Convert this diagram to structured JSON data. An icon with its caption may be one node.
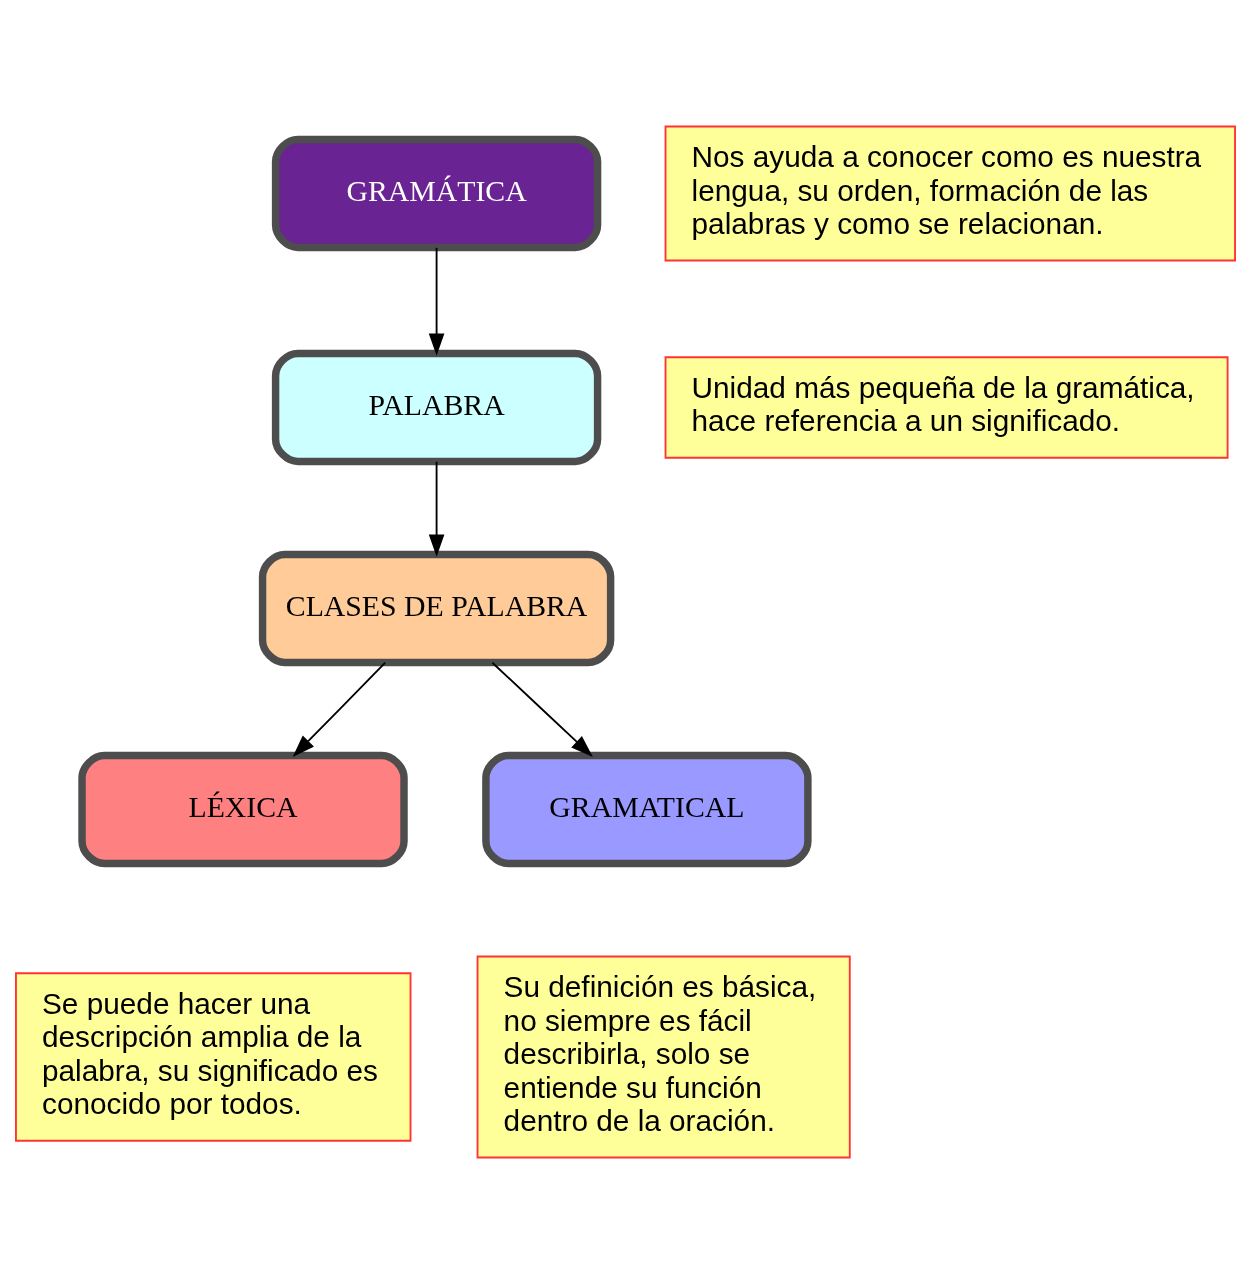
{
  "diagram": {
    "nodes": [
      {
        "text": [
          "GRAMÁTICA"
        ]
      },
      {
        "text": [
          "Nos ayuda a conocer como es nuestra lengua, su orden, formación de las palabras y como se relacionan."
        ]
      },
      {
        "text": [
          "PALABRA"
        ]
      },
      {
        "text": [
          "Unidad más pequeña de la gramática, hace referencia a un significado."
        ]
      },
      {
        "text": [
          "CLASES DE PALABRA"
        ]
      },
      {
        "text": [
          "LÉXICA"
        ]
      },
      {
        "text": [
          "GRAMATICAL"
        ]
      },
      {
        "text": [
          "Se puede hacer una descripción amplia de la palabra, su significado es conocido por todos."
        ]
      },
      {
        "text": [
          "Su definición es básica, no siempre es fácil describirla, solo se entiende su función dentro de la oración."
        ]
      }
    ],
    "edges": [
      {
        "from": 0,
        "to": 2,
        "arrow": "to"
      },
      {
        "from": 2,
        "to": 4,
        "arrow": "to"
      },
      {
        "from": 4,
        "to": 5,
        "arrow": "to"
      },
      {
        "from": 4,
        "to": 6,
        "arrow": "to"
      }
    ]
  }
}
